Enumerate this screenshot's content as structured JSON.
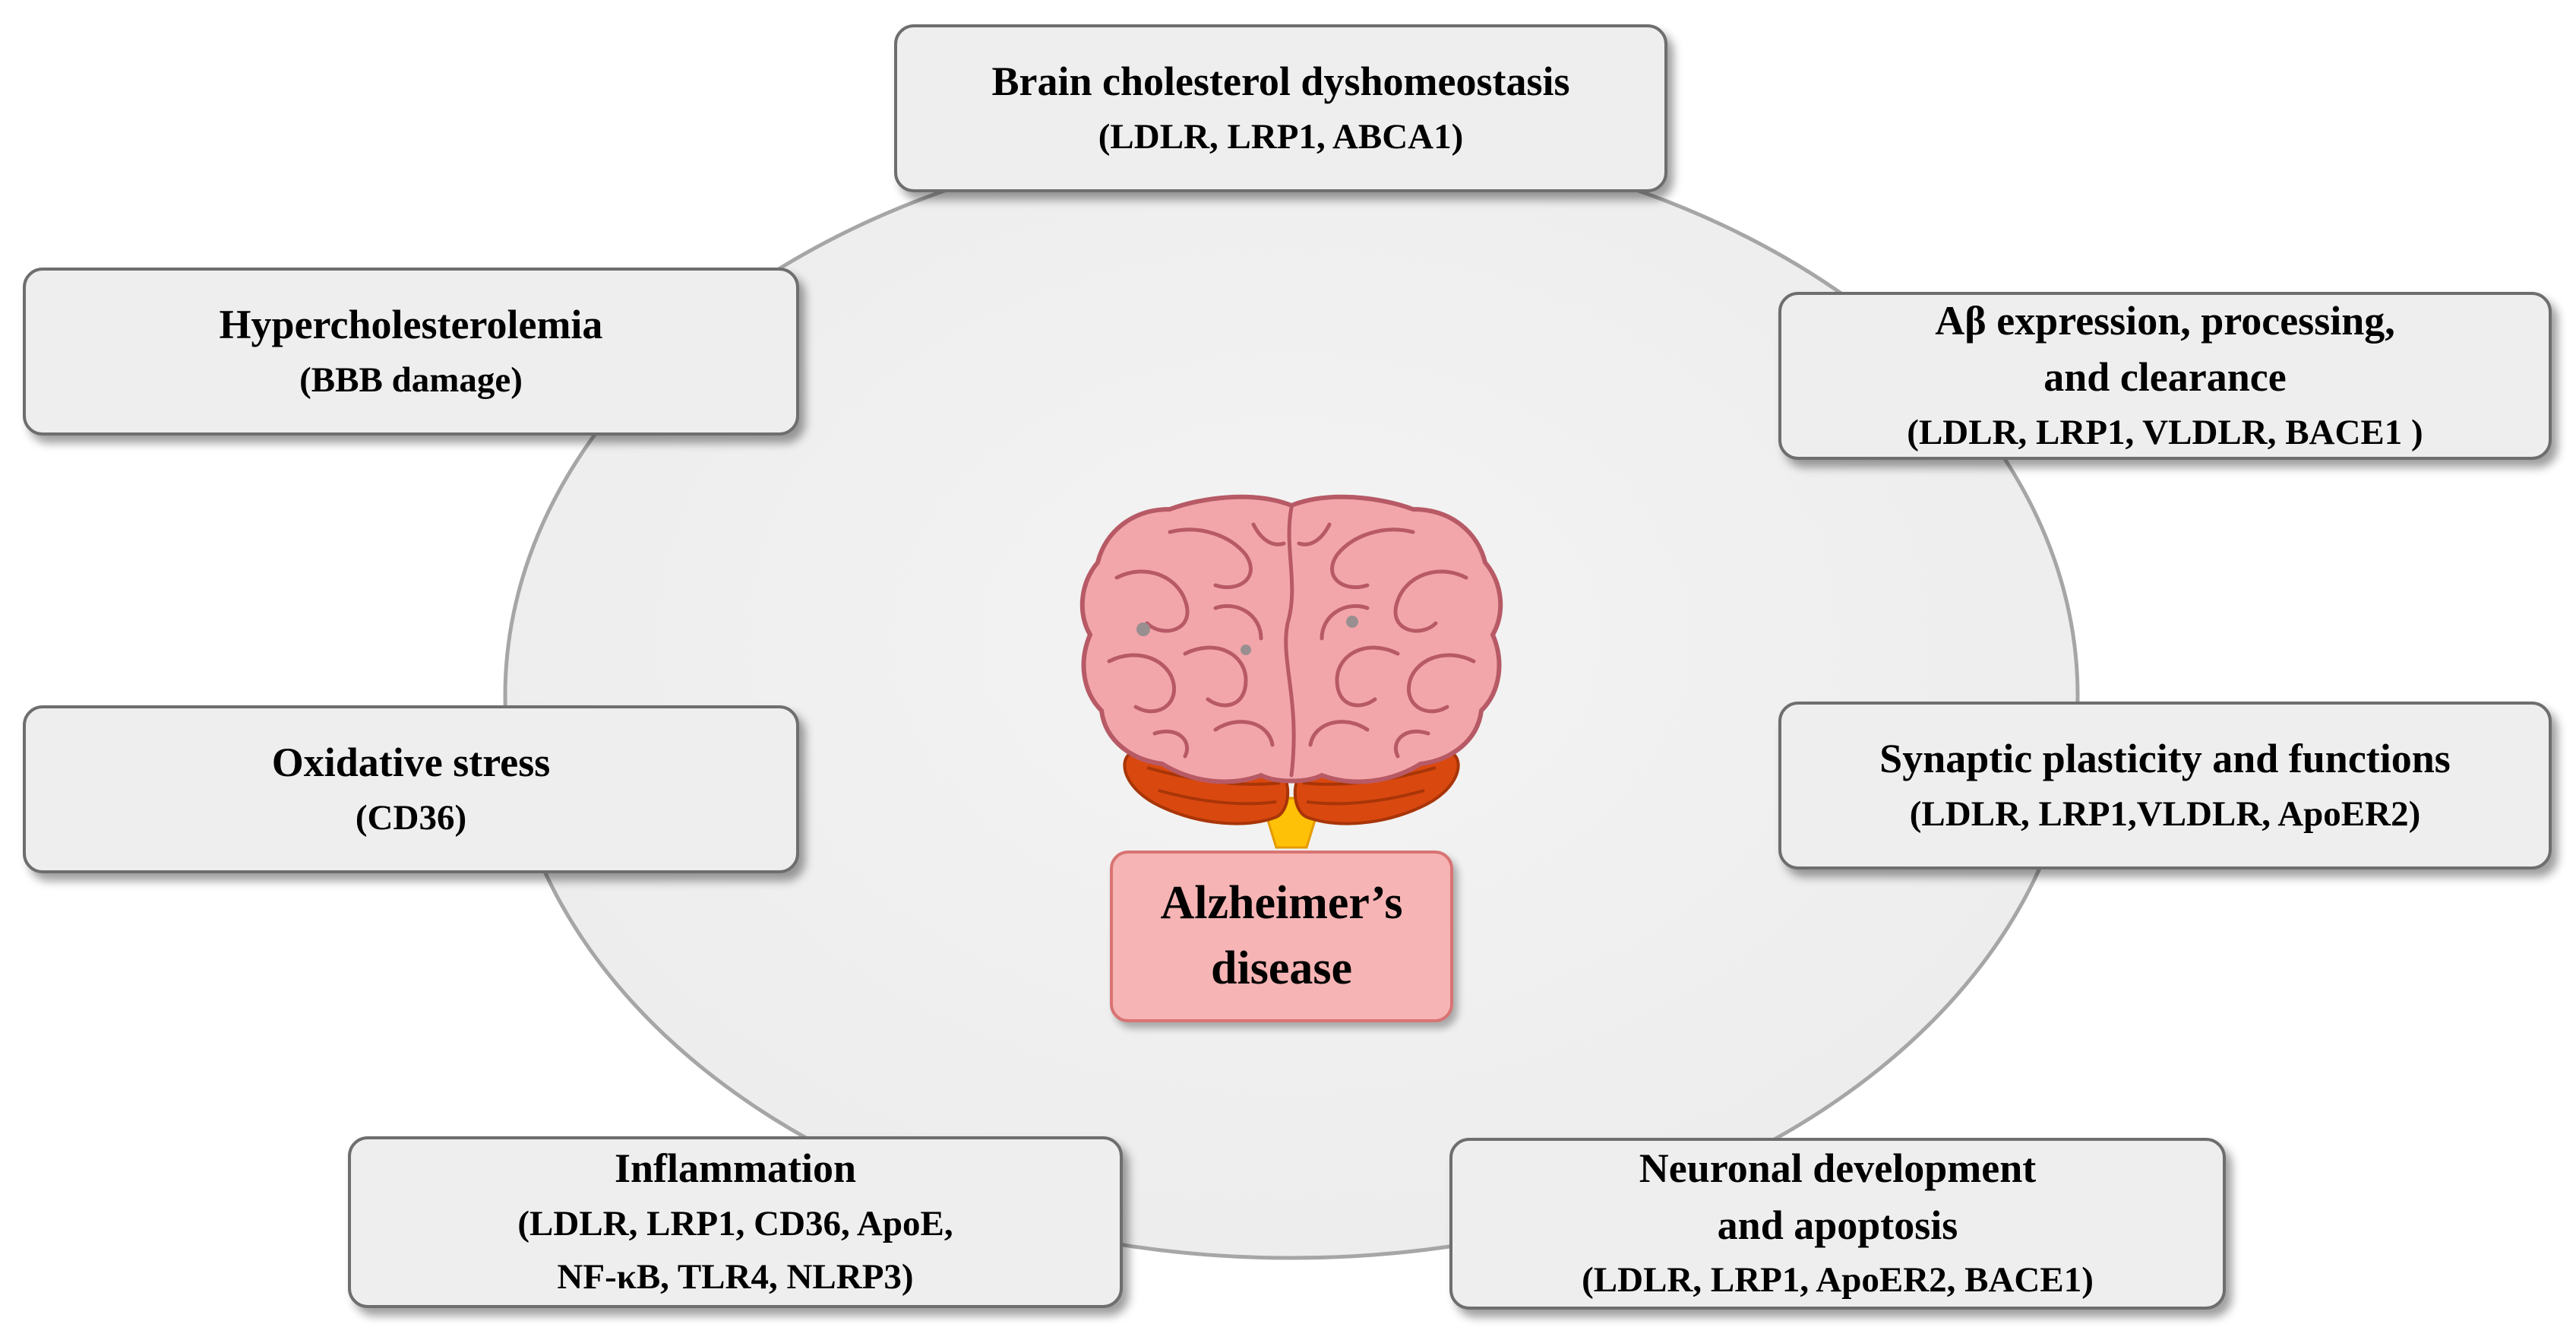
{
  "center": {
    "line1": "Alzheimer’s",
    "line2": "disease"
  },
  "boxes": {
    "brain": {
      "title": "Brain cholesterol dyshomeostasis",
      "sub": "(LDLR,  LRP1, ABCA1)"
    },
    "hyper": {
      "title": "Hypercholesterolemia",
      "sub": "(BBB damage)"
    },
    "abeta": {
      "title1": "Aβ expression, processing,",
      "title2": "and clearance",
      "sub": "(LDLR, LRP1, VLDLR, BACE1 )"
    },
    "oxidative": {
      "title": "Oxidative stress",
      "sub": "(CD36)"
    },
    "synaptic": {
      "title": "Synaptic plasticity and functions",
      "sub": "(LDLR, LRP1,VLDLR, ApoER2)"
    },
    "inflammation": {
      "title": "Inflammation",
      "sub1": "(LDLR, LRP1, CD36, ApoE,",
      "sub2": "NF-κB, TLR4, NLRP3)"
    },
    "neuronal": {
      "title1": "Neuronal development",
      "title2": "and apoptosis",
      "sub": "(LDLR, LRP1, ApoER2, BACE1)"
    }
  },
  "colors": {
    "circle_fill": "#f0f0f0",
    "circle_stroke": "#a6a6a6",
    "box_fill": "#eeeeee",
    "box_border": "#6e6e6e",
    "center_fill": "#f6b4b4",
    "center_border": "#d97474",
    "brain_pink": "#f2a6aa",
    "brain_outline": "#b75a66",
    "cerebellum": "#d9480f",
    "brainstem": "#ffc107"
  },
  "icons": [
    "brain-icon"
  ]
}
